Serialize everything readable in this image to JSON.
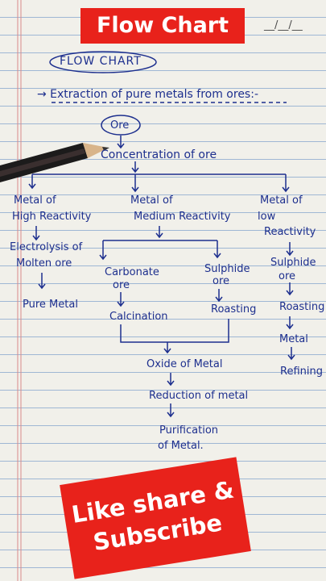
{
  "banner_top": "Flow Chart",
  "banner_bottom": {
    "line1": "Like share &",
    "line2": "Subscribe"
  },
  "date_mark": "__/__/__",
  "heading": "FLOW CHART",
  "subheading": "→ Extraction of pure metals from ores:-",
  "nodes": {
    "ore": "Ore",
    "concentration": "Concentration of ore",
    "high": {
      "l1": "Metal of",
      "l2": "High Reactivity"
    },
    "medium": {
      "l1": "Metal of",
      "l2": "Medium Reactivity"
    },
    "low": {
      "l1": "Metal of",
      "l2": "low",
      "l3": "Reactivity"
    },
    "electrolysis": {
      "l1": "Electrolysis of",
      "l2": "Molten ore"
    },
    "pure_metal": "Pure Metal",
    "carbonate": {
      "l1": "Carbonate",
      "l2": "ore"
    },
    "sulphide_mid": {
      "l1": "Sulphide",
      "l2": "ore"
    },
    "calcination": "Calcination",
    "roasting_mid": "Roasting",
    "sulphide_low": {
      "l1": "Sulphide",
      "l2": "ore"
    },
    "roasting_low": "Roasting",
    "metal_low": "Metal",
    "refining": "Refining",
    "oxide": "Oxide of Metal",
    "reduction": "Reduction of metal",
    "purification": {
      "l1": "Purification",
      "l2": "of Metal."
    }
  },
  "colors": {
    "ink": "#1d2f8e",
    "banner": "#e8221b",
    "paper": "#f1f0ea",
    "rule": "#9fb7d4",
    "margin": "#d98a8a"
  }
}
